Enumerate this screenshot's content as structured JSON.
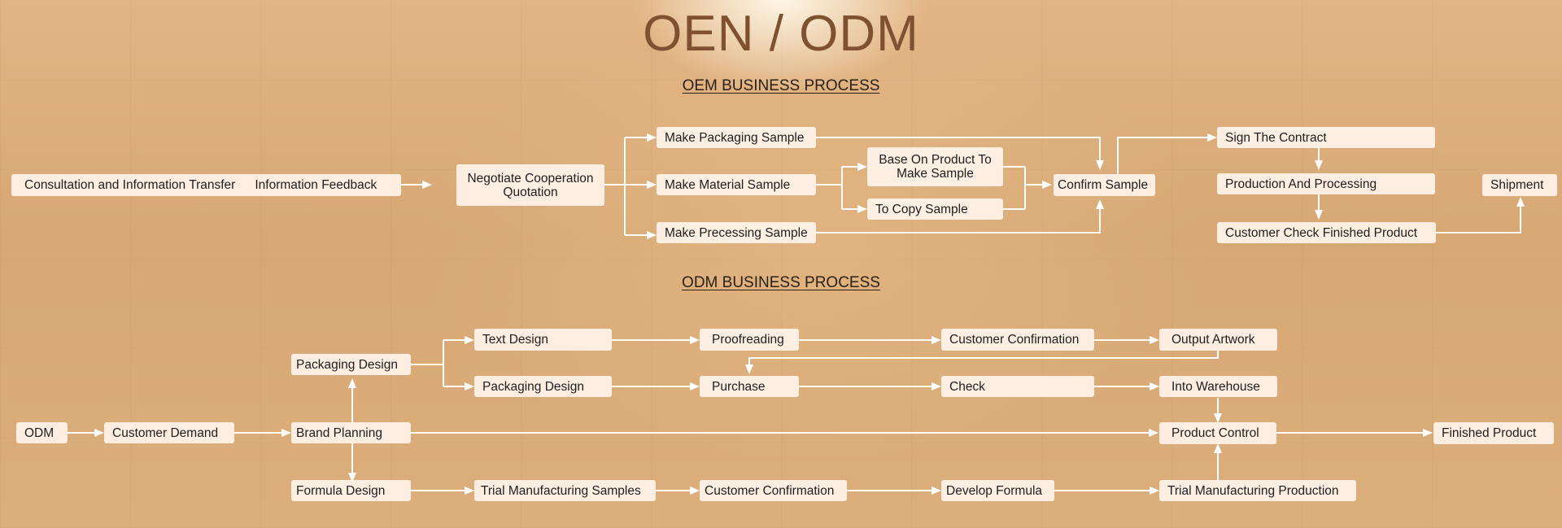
{
  "title": "OEN / ODM",
  "oem": {
    "heading": "OEM BUSINESS PROCESS",
    "consultation": "Consultation and Information Transfer",
    "feedback": "Information Feedback",
    "negotiate": "Negotiate Cooperation Quotation",
    "packaging_sample": "Make Packaging Sample",
    "material_sample": "Make Material Sample",
    "precessing_sample": "Make Precessing Sample",
    "base_on_product": "Base On Product To Make Sample",
    "copy_sample": "To Copy Sample",
    "confirm_sample": "Confirm Sample",
    "sign_contract": "Sign The Contract",
    "production": "Production And Processing",
    "customer_check": "Customer Check Finished Product",
    "shipment": "Shipment"
  },
  "odm": {
    "heading": "ODM BUSINESS PROCESS",
    "odm": "ODM",
    "customer_demand": "Customer Demand",
    "brand_planning": "Brand Planning",
    "packaging_design": "Packaging Design",
    "formula_design": "Formula Design",
    "text_design": "Text Design",
    "packaging_design_2": "Packaging Design",
    "trial_samples": "Trial Manufacturing Samples",
    "proofreading": "Proofreading",
    "purchase": "Purchase",
    "customer_confirmation": "Customer Confirmation",
    "customer_confirmation_2": "Customer Confirmation",
    "check": "Check",
    "develop_formula": "Develop Formula",
    "output_artwork": "Output Artwork",
    "into_warehouse": "Into Warehouse",
    "product_control": "Product Control",
    "trial_production": "Trial Manufacturing Production",
    "finished_product": "Finished Product"
  }
}
